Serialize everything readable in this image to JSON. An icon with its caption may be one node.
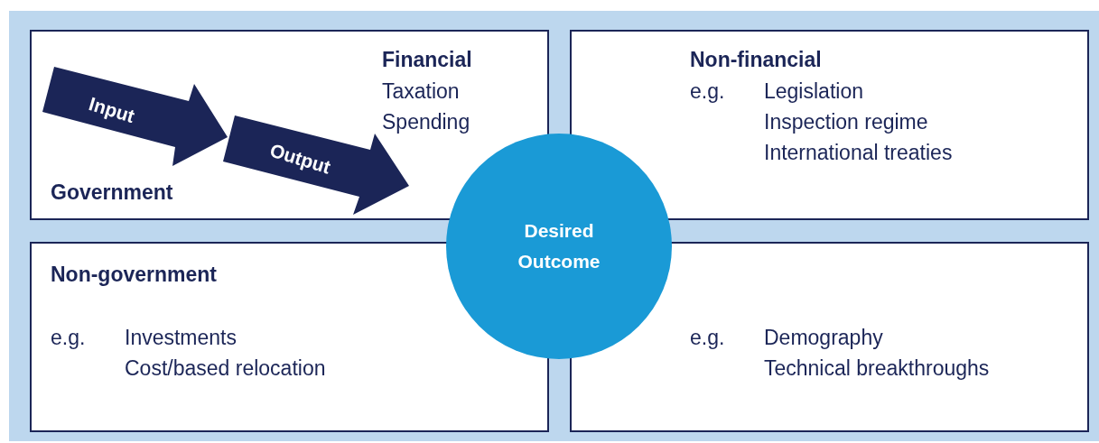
{
  "diagram": {
    "nodes": [
      {
        "text": [
          "Financial",
          "Taxation",
          "Spending",
          "Government"
        ]
      },
      {
        "text": [
          "Input"
        ],
        "in": 0
      },
      {
        "text": [
          "Output"
        ],
        "in": 0
      },
      {
        "text": [
          "Non-financial",
          "e.g.",
          "Legislation",
          "Inspection regime",
          "International treaties"
        ]
      },
      {
        "text": [
          "Non-government",
          "e.g.",
          "Investments",
          "Cost/based relocation"
        ]
      },
      {
        "text": [
          "e.g.",
          "Demography",
          "Technical breakthroughs"
        ]
      },
      {
        "text": [
          "Desired Outcome"
        ]
      }
    ]
  }
}
